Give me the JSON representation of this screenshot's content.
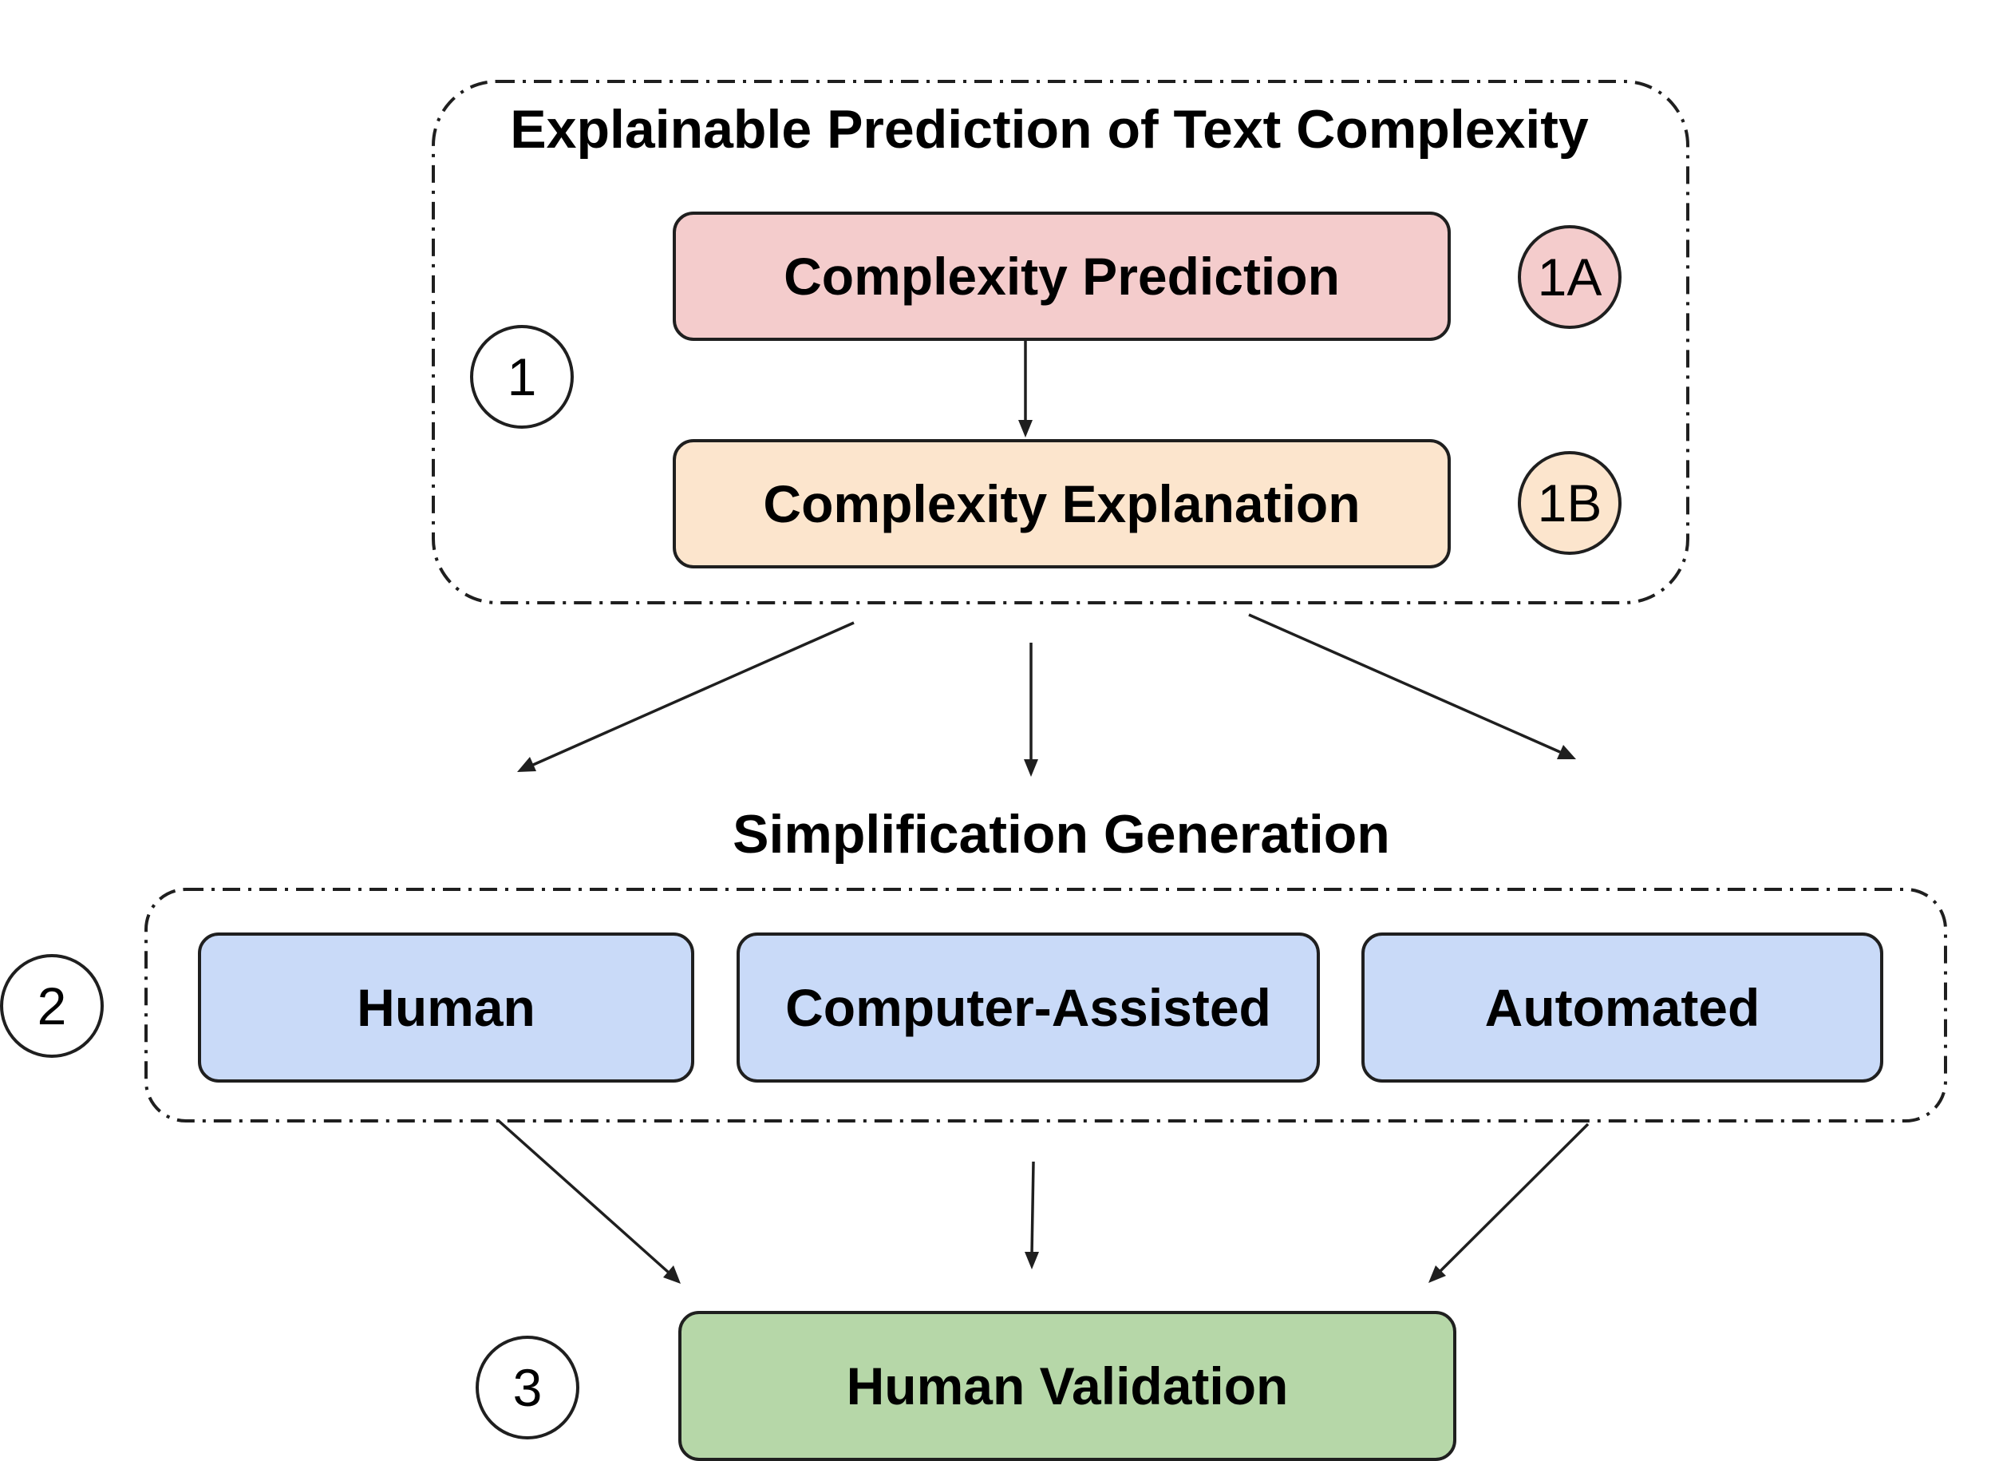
{
  "group1": {
    "title": "Explainable Prediction of Text Complexity",
    "badge": "1",
    "prediction": {
      "label": "Complexity Prediction",
      "badge": "1A",
      "fill": "#f4cccc"
    },
    "explanation": {
      "label": "Complexity Explanation",
      "badge": "1B",
      "fill": "#fce5cd"
    }
  },
  "group2": {
    "title": "Simplification Generation",
    "badge": "2",
    "fill": "#c9daf8",
    "nodes": [
      "Human",
      "Computer-Assisted",
      "Automated"
    ]
  },
  "group3": {
    "badge": "3",
    "label": "Human Validation",
    "fill": "#b6d7a8"
  },
  "colors": {
    "stroke": "#1f1f1f",
    "background": "#ffffff"
  }
}
